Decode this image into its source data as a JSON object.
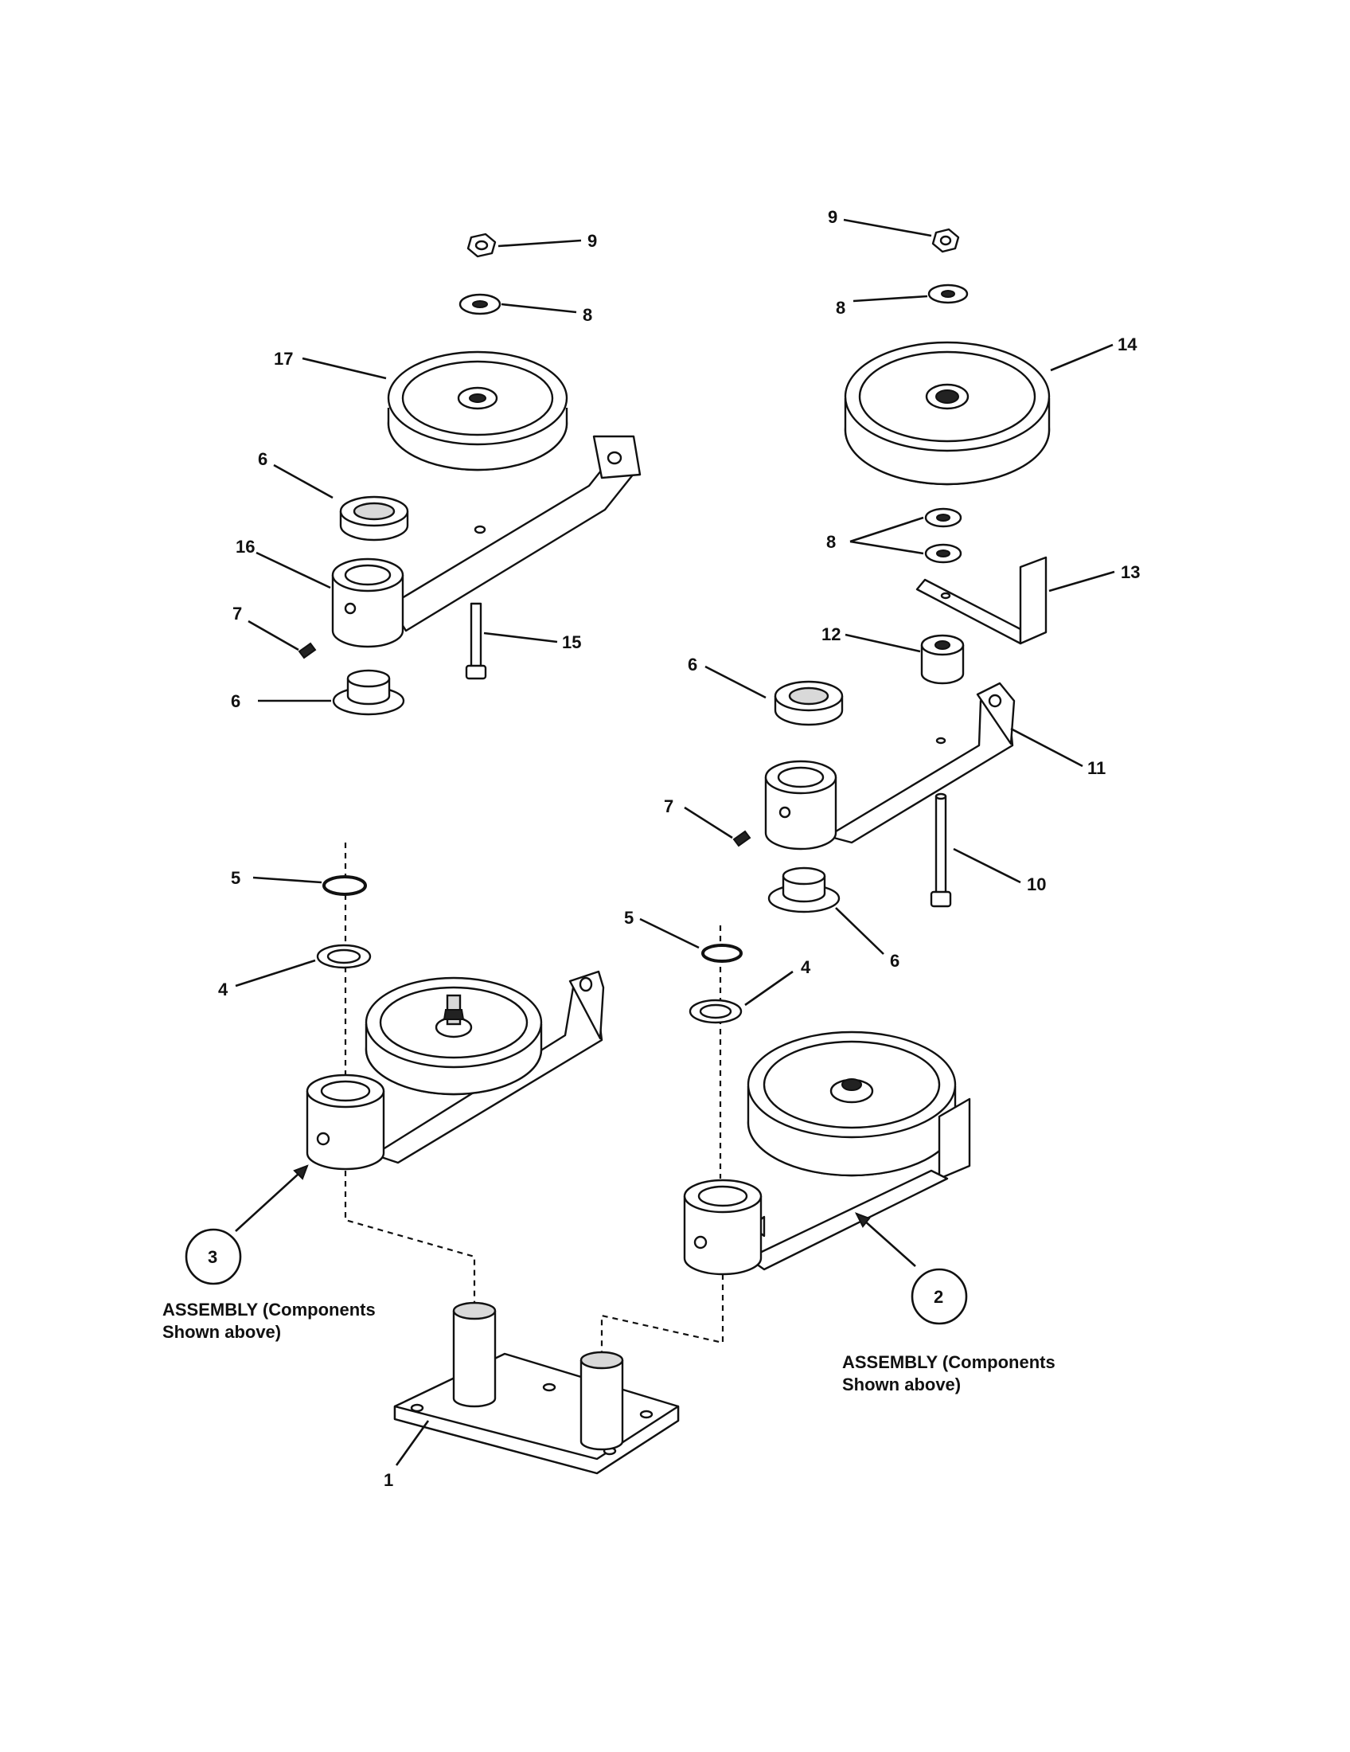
{
  "part_labels": {
    "p1": "1",
    "p2": "2",
    "p3": "3",
    "p4a": "4",
    "p4b": "4",
    "p5a": "5",
    "p5b": "5",
    "p6a": "6",
    "p6b": "6",
    "p6c": "6",
    "p6d": "6",
    "p7a": "7",
    "p7b": "7",
    "p8a": "8",
    "p8b": "8",
    "p8c": "8",
    "p9a": "9",
    "p9b": "9",
    "p10": "10",
    "p11": "11",
    "p12": "12",
    "p13": "13",
    "p14": "14",
    "p15": "15",
    "p16": "16",
    "p17": "17"
  },
  "assembly_notes": {
    "left": {
      "line1": "ASSEMBLY (Components",
      "line2": "Shown above)"
    },
    "right": {
      "line1": "ASSEMBLY (Components",
      "line2": "Shown above)"
    }
  }
}
